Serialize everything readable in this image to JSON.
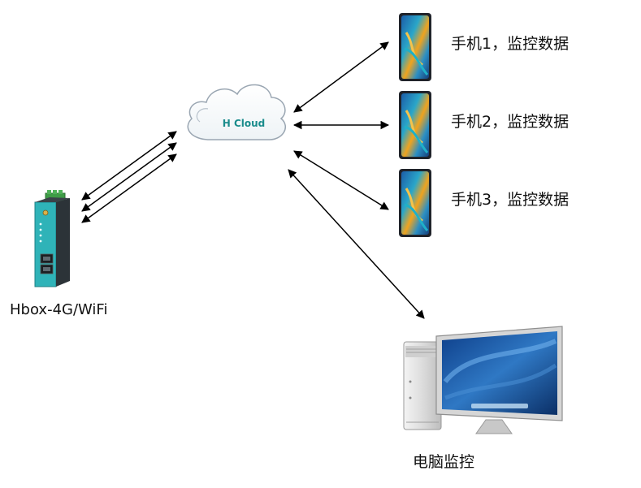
{
  "cloud": {
    "label": "H Cloud"
  },
  "gateway": {
    "label": "Hbox-4G/WiFi"
  },
  "phones": [
    {
      "label": "手机1，监控数据"
    },
    {
      "label": "手机2，监控数据"
    },
    {
      "label": "手机3，监控数据"
    }
  ],
  "computer": {
    "label": "电脑监控"
  },
  "colors": {
    "arrow": "#000000",
    "cloud_text": "#1a8c8c",
    "cloud_outline": "#9aa6b2",
    "device_teal": "#2fb3b8",
    "screen_blue": "#2a6fb4"
  }
}
